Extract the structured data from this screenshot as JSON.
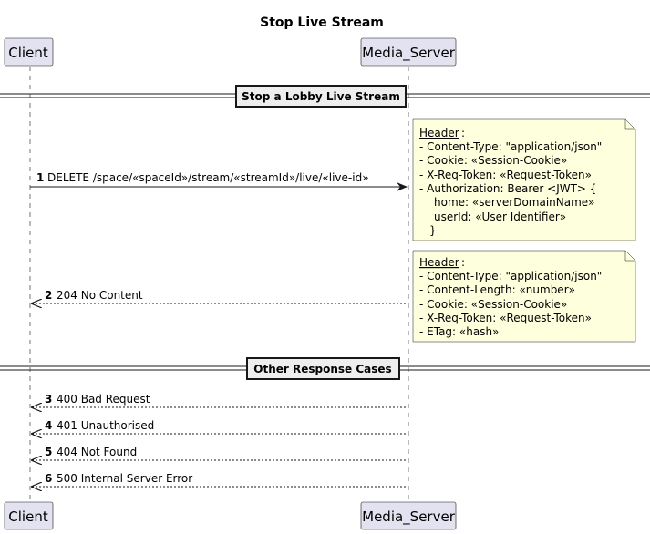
{
  "title": "Stop Live Stream",
  "participants": {
    "client": "Client",
    "server": "Media_Server"
  },
  "sections": {
    "stop": "Stop a Lobby Live Stream",
    "other": "Other Response Cases"
  },
  "messages": [
    {
      "num": "1",
      "label": "DELETE /space/«spaceId»/stream/«streamId»/live/«live-id»"
    },
    {
      "num": "2",
      "label": "204 No Content"
    },
    {
      "num": "3",
      "label": "400 Bad Request"
    },
    {
      "num": "4",
      "label": "401 Unauthorised"
    },
    {
      "num": "5",
      "label": "404 Not Found"
    },
    {
      "num": "6",
      "label": "500 Internal Server Error"
    }
  ],
  "notes": {
    "request": {
      "header": "Header",
      "lines": [
        "- Content-Type: \"application/json\"",
        "- Cookie: «Session-Cookie»",
        "- X-Req-Token: «Request-Token»",
        "- Authorization: Bearer <JWT> {",
        "home: «serverDomainName»",
        "userId: «User Identifier»",
        "}"
      ]
    },
    "response": {
      "header": "Header",
      "lines": [
        "- Content-Type: \"application/json\"",
        "- Content-Length: «number»",
        "- Cookie: «Session-Cookie»",
        "- X-Req-Token: «Request-Token»",
        "- ETag: «hash»"
      ]
    }
  },
  "colors": {
    "participant_fill": "#E2E2F0",
    "participant_stroke": "#181818",
    "note_fill": "#FEFFDD",
    "lifeline": "#181818"
  }
}
